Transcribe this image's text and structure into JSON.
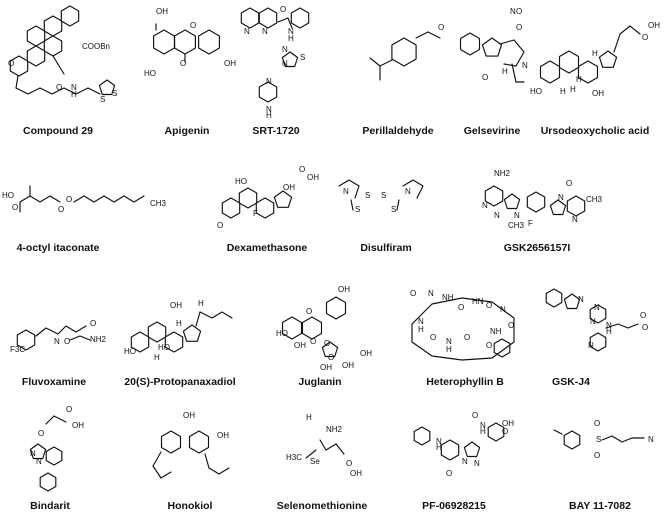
{
  "compounds": [
    {
      "name": "Compound 29",
      "icon": "compound-29-structure-icon",
      "atoms": [
        "COOBn",
        "O",
        "O",
        "N",
        "H",
        "S",
        "S"
      ]
    },
    {
      "name": "Apigenin",
      "icon": "apigenin-structure-icon",
      "atoms": [
        "OH",
        "HO",
        "OH",
        "O",
        "O"
      ]
    },
    {
      "name": "SRT-1720",
      "icon": "srt-1720-structure-icon",
      "atoms": [
        "N",
        "N",
        "O",
        "N",
        "H",
        "N",
        "N",
        "S",
        "N",
        "N",
        "H"
      ]
    },
    {
      "name": "Perillaldehyde",
      "icon": "perillaldehyde-structure-icon",
      "atoms": [
        "O"
      ]
    },
    {
      "name": "Gelsevirine",
      "icon": "gelsevirine-structure-icon",
      "atoms": [
        "N",
        "O",
        "O",
        "H",
        "O",
        "N"
      ]
    },
    {
      "name": "Ursodeoxycholic acid",
      "icon": "ursodeoxycholic-acid-structure-icon",
      "atoms": [
        "O",
        "OH",
        "H",
        "H",
        "H",
        "HO",
        "H",
        "OH"
      ]
    },
    {
      "name": "4-octyl itaconate",
      "icon": "4-octyl-itaconate-structure-icon",
      "atoms": [
        "O",
        "HO",
        "O",
        "O",
        "CH3"
      ]
    },
    {
      "name": "Dexamethasone",
      "icon": "dexamethasone-structure-icon",
      "atoms": [
        "O",
        "HO",
        "OH",
        "OH",
        "F",
        "O"
      ]
    },
    {
      "name": "Disulfiram",
      "icon": "disulfiram-structure-icon",
      "atoms": [
        "N",
        "S",
        "S",
        "S",
        "S",
        "N"
      ]
    },
    {
      "name": "GSK2656157I",
      "icon": "gsk2656157i-structure-icon",
      "atoms": [
        "NH2",
        "N",
        "N",
        "N",
        "CH3",
        "F",
        "N",
        "O",
        "N",
        "CH3"
      ]
    },
    {
      "name": "Fluvoxamine",
      "icon": "fluvoxamine-structure-icon",
      "atoms": [
        "O",
        "N",
        "O",
        "NH2",
        "F3C"
      ]
    },
    {
      "name": "20(S)-Protopanaxadiol",
      "icon": "protopanaxadiol-structure-icon",
      "atoms": [
        "HO",
        "OH",
        "H",
        "H",
        "HO",
        "H"
      ]
    },
    {
      "name": "Juglanin",
      "icon": "juglanin-structure-icon",
      "atoms": [
        "OH",
        "HO",
        "O",
        "OH",
        "O",
        "O",
        "O",
        "OH",
        "OH",
        "OH"
      ]
    },
    {
      "name": "Heterophyllin B",
      "icon": "heterophyllin-b-structure-icon",
      "atoms": [
        "O",
        "N",
        "NH",
        "O",
        "HN",
        "O",
        "N",
        "O",
        "NH",
        "O",
        "O",
        "N",
        "H",
        "O",
        "N",
        "H"
      ]
    },
    {
      "name": "GSK-J4",
      "icon": "gsk-j4-structure-icon",
      "atoms": [
        "N",
        "N",
        "N",
        "N",
        "H",
        "O",
        "O",
        "N"
      ]
    },
    {
      "name": "Bindarit",
      "icon": "bindarit-structure-icon",
      "atoms": [
        "O",
        "OH",
        "O",
        "N",
        "N"
      ]
    },
    {
      "name": "Honokiol",
      "icon": "honokiol-structure-icon",
      "atoms": [
        "OH",
        "OH"
      ]
    },
    {
      "name": "Selenomethionine",
      "icon": "selenomethionine-structure-icon",
      "atoms": [
        "H",
        "NH2",
        "H3C",
        "Se",
        "O",
        "OH"
      ]
    },
    {
      "name": "PF-06928215",
      "icon": "pf-06928215-structure-icon",
      "atoms": [
        "O",
        "N",
        "H",
        "OH",
        "O",
        "N",
        "H",
        "N",
        "N",
        "O"
      ]
    },
    {
      "name": "BAY 11-7082",
      "icon": "bay-11-7082-structure-icon",
      "atoms": [
        "O",
        "S",
        "O",
        "N"
      ]
    }
  ]
}
